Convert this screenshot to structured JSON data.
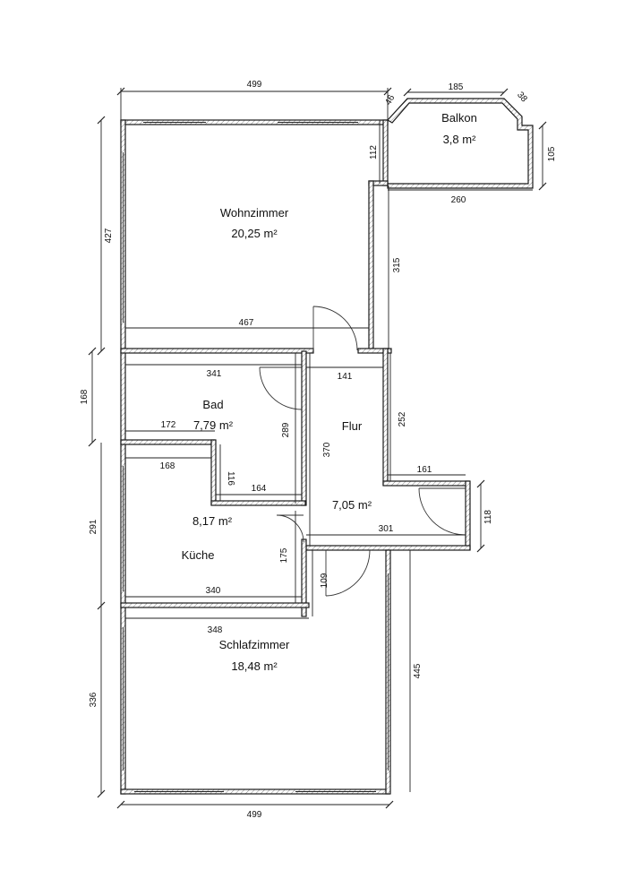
{
  "rooms": {
    "wohnzimmer": {
      "name": "Wohnzimmer",
      "area": "20,25 m²"
    },
    "balkon": {
      "name": "Balkon",
      "area": "3,8 m²"
    },
    "bad": {
      "name": "Bad",
      "area": "7,79 m²"
    },
    "flur": {
      "name": "Flur",
      "area": "7,05 m²"
    },
    "kueche": {
      "name": "Küche",
      "area": "8,17 m²"
    },
    "schlafzimmer": {
      "name": "Schlafzimmer",
      "area": "18,48 m²"
    }
  },
  "dimensions": {
    "top_width": "499",
    "bottom_width": "499",
    "balkon_diag_left": "46",
    "balkon_top": "185",
    "balkon_diag_right": "38",
    "balkon_height_left": "112",
    "balkon_height_right": "105",
    "balkon_bottom": "260",
    "wohnzimmer_height": "427",
    "wohnzimmer_right": "315",
    "wohnzimmer_bottom": "467",
    "bad_top": "341",
    "flur_top": "141",
    "bad_height": "168",
    "flur_right": "252",
    "bad_inner": "172",
    "bad_depth": "289",
    "flur_height": "370",
    "kueche_top": "168",
    "kueche_step": "116",
    "kueche_step_width": "164",
    "flur_step": "161",
    "flur_bottom": "301",
    "flur_box": "118",
    "kueche_height": "291",
    "kueche_right": "175",
    "kueche_bottom": "340",
    "door_gap": "109",
    "schlaf_top": "348",
    "schlaf_right": "445",
    "schlaf_height": "336"
  }
}
